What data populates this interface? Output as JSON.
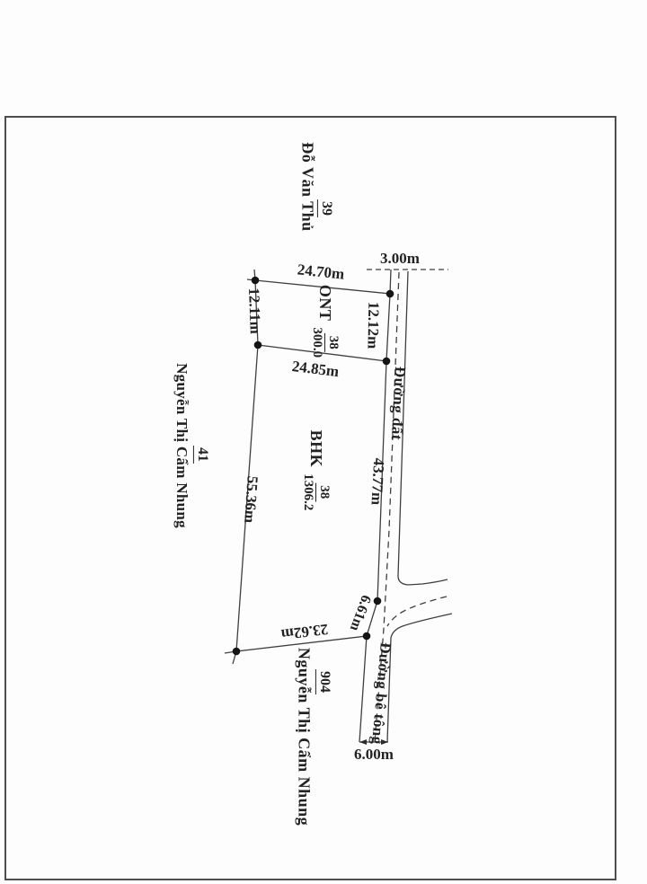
{
  "colors": {
    "background": "#fdfdfd",
    "frame": "#4e4e4e",
    "line": "#3f3f3f",
    "ink": "#222222",
    "dot": "#151515"
  },
  "parcels": {
    "ont": {
      "code": "ONT",
      "number": "38",
      "area": "300.0"
    },
    "bhk": {
      "code": "BHK",
      "number": "38",
      "area": "1306.2"
    }
  },
  "neighbors": {
    "top": {
      "number": "39",
      "name": "Đỗ Văn Thủ"
    },
    "left": {
      "number": "41",
      "name": "Nguyễn Thị Cẩm Nhung"
    },
    "bottom": {
      "number": "904",
      "name": "Nguyễn Thị Cẩm Nhung"
    }
  },
  "roads": {
    "dirt": {
      "name": "Đường đất",
      "width": "3.00m"
    },
    "concrete": {
      "name": "Đường bê tông",
      "width": "6.00m"
    }
  },
  "dimensions": {
    "top_edge": "24.70m",
    "left_upper": "12.11m",
    "right_upper": "12.12m",
    "divider": "24.85m",
    "left_long": "55.36m",
    "right_long": "43.77m",
    "frontage": "6.61m",
    "bottom_edge": "23.62m"
  }
}
